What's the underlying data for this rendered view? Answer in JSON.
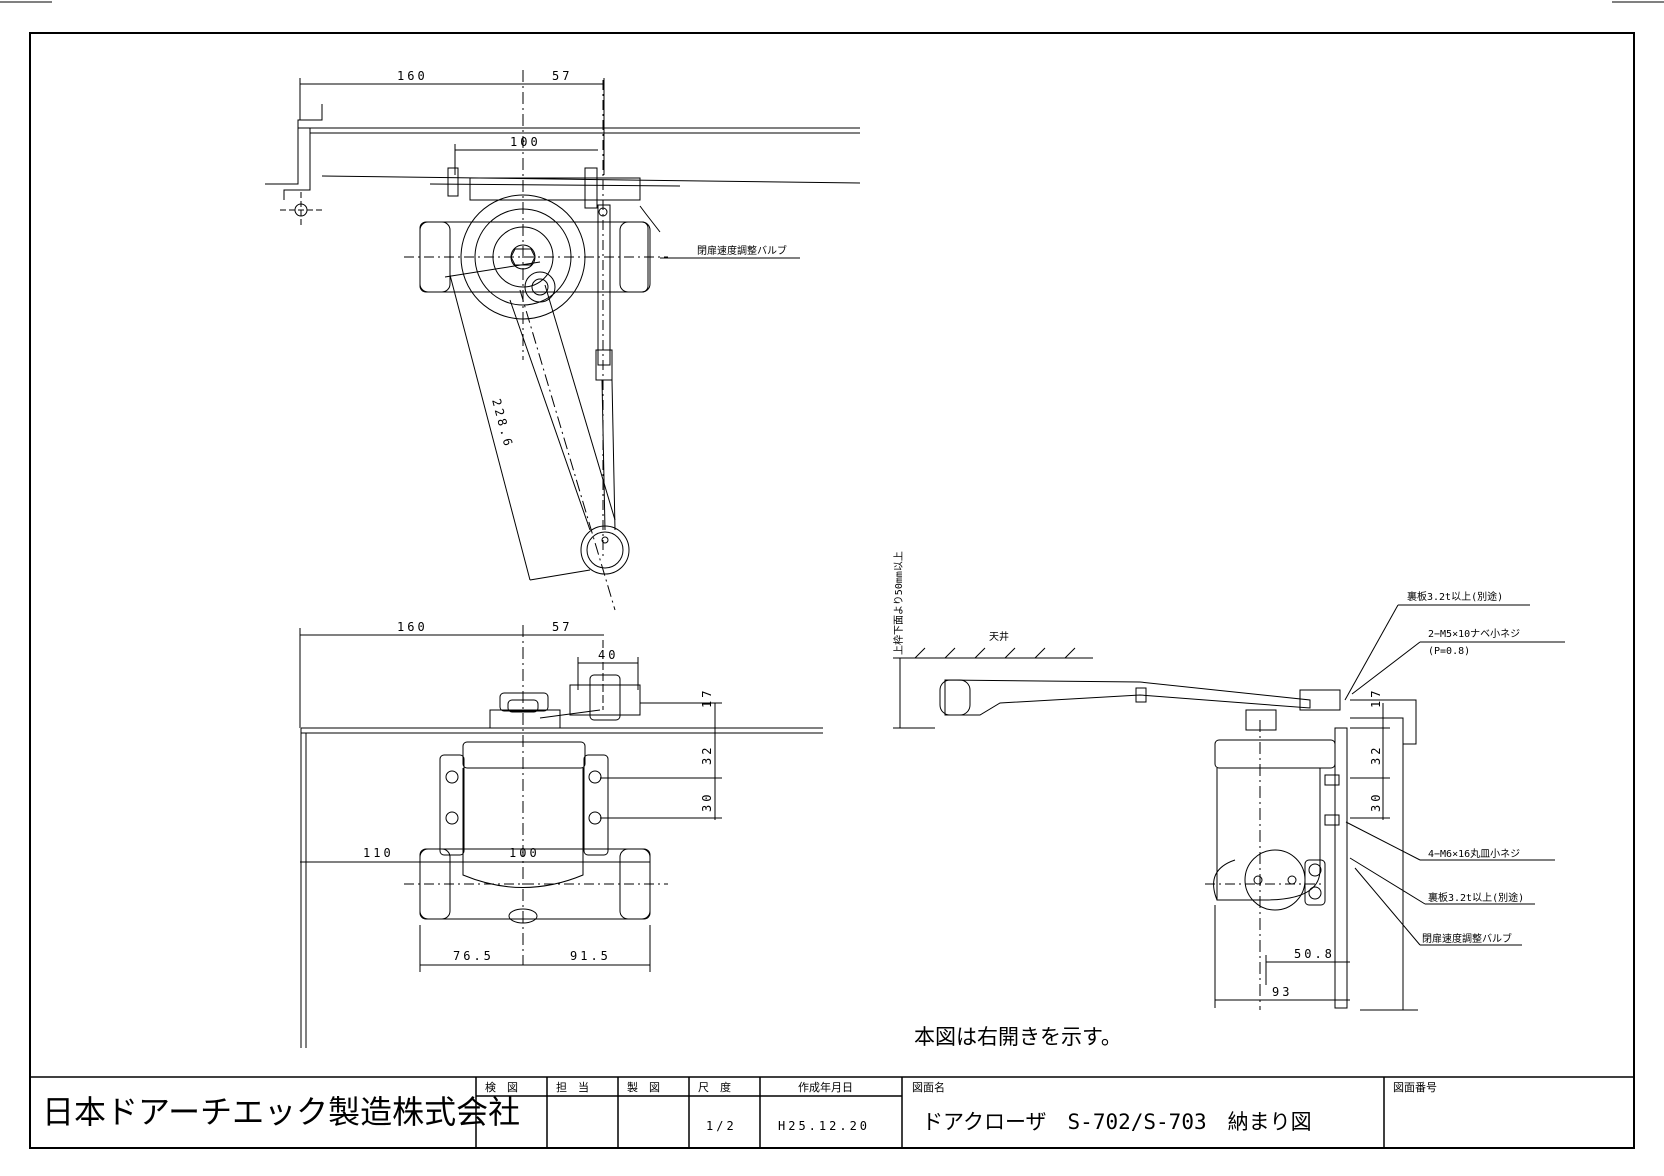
{
  "dimensions": {
    "top_160": "160",
    "top_57": "57",
    "top_100": "100",
    "arm_228_6": "228.6",
    "front_160": "160",
    "front_57": "57",
    "front_40": "40",
    "front_17": "17",
    "front_32": "32",
    "front_30": "30",
    "front_110": "110",
    "front_100": "100",
    "front_76_5": "76.5",
    "front_91_5": "91.5",
    "side_17": "17",
    "side_32": "32",
    "side_30": "30",
    "side_50_8": "50.8",
    "side_93": "93"
  },
  "labels": {
    "valve_top": "閉扉速度調整バルブ",
    "side_vertical": "上枠下面より50mm以上",
    "ceiling": "天井",
    "backplate_1": "裏板3.2t以上(別途)",
    "screw_m5": "2−M5×10ナベ小ネジ",
    "screw_m5_pitch": "(P=0.8)",
    "screw_m6": "4−M6×16丸皿小ネジ",
    "backplate_2": "裏板3.2t以上(別途)",
    "valve_side": "閉扉速度調整バルブ",
    "note": "本図は右開きを示す。"
  },
  "title_block": {
    "company": "日本ドアーチエック製造株式会社",
    "check_label": "検　図",
    "charge_label": "担　当",
    "draft_label": "製　図",
    "scale_label": "尺　度",
    "date_label": "作成年月日",
    "drawing_name_label": "図面名",
    "drawing_no_label": "図面番号",
    "scale_value": "1/2",
    "date_value": "H25.12.20",
    "drawing_name": "ドアクローザ　S-702/S-703　納まり図",
    "drawing_no": ""
  }
}
